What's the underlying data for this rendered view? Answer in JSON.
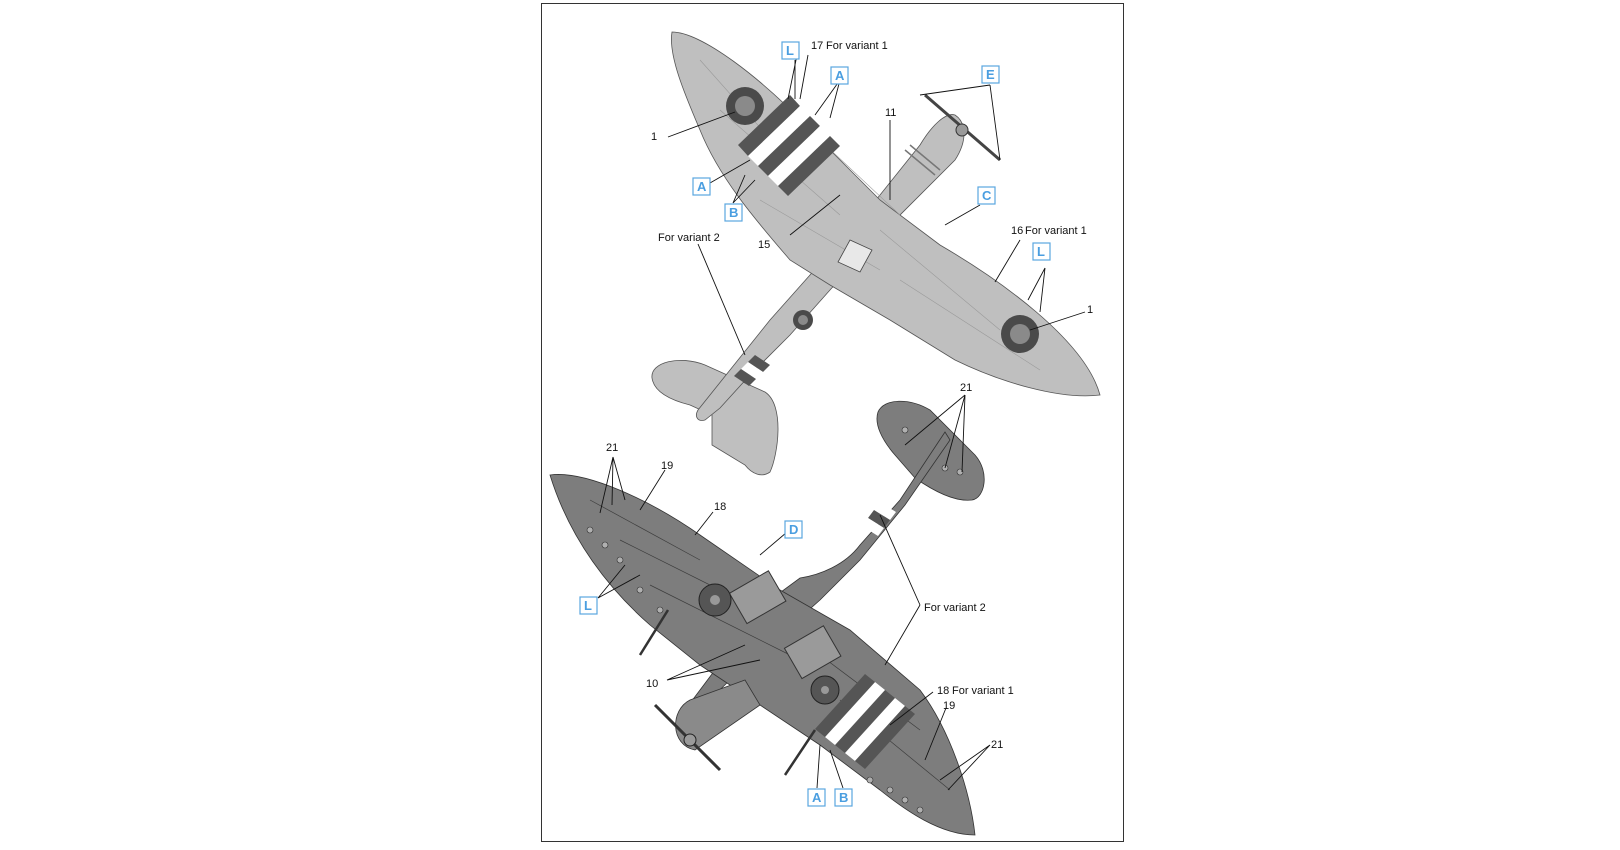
{
  "callouts": {
    "top": {
      "roundel_left": "1",
      "roundel_right": "1",
      "n17": "17",
      "variant1_17": "For variant 1",
      "n11": "11",
      "n15": "15",
      "n16": "16",
      "variant1_16": "For variant 1",
      "variant2": "For variant 2"
    },
    "bottom": {
      "n21_tail": "21",
      "n21_left": "21",
      "n21_right": "21",
      "n19_left": "19",
      "n19_right": "19",
      "n18": "18",
      "n18b": "18",
      "variant1_18": "For variant 1",
      "variant2": "For variant 2",
      "n10": "10"
    }
  },
  "letter_boxes": {
    "top_L_left": "L",
    "top_A_upper": "A",
    "top_A_lower": "A",
    "top_B": "B",
    "top_E": "E",
    "top_C": "C",
    "top_L_right": "L",
    "bottom_D": "D",
    "bottom_L": "L",
    "bottom_A": "A",
    "bottom_B": "B"
  },
  "colors": {
    "upper_surface": "#bfbfbf",
    "lower_surface": "#7d7d7d",
    "roundel_outer": "#4a4a4a",
    "roundel_inner": "#8a8a8a",
    "stripe_dark": "#555555",
    "stripe_light": "#ffffff",
    "callout_box": "#5aa6e0"
  }
}
